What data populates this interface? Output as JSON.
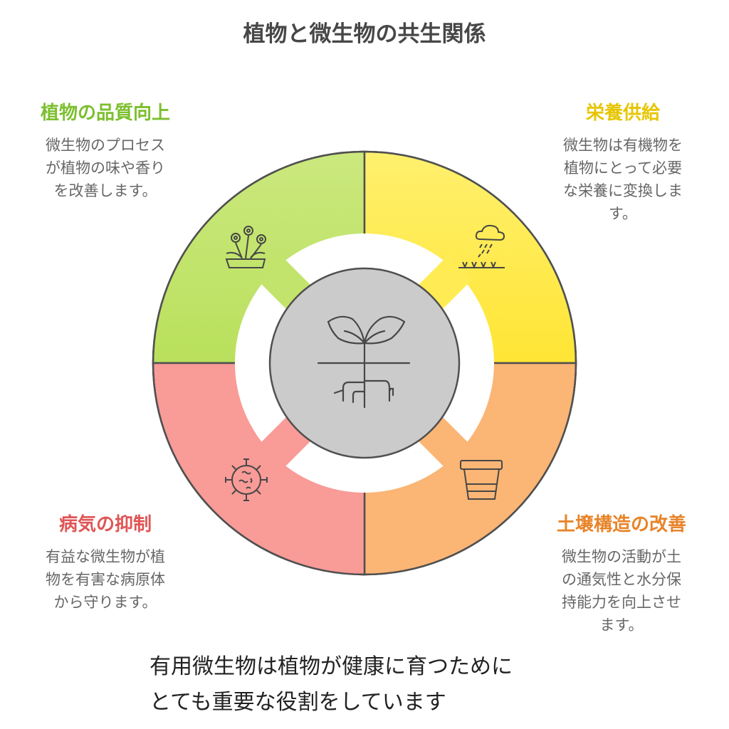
{
  "title": "植物と微生物の共生関係",
  "sections": {
    "top_left": {
      "heading": "植物の品質向上",
      "lines": [
        "微生物のプロセス",
        "が植物の味や香り",
        "を改善します。"
      ],
      "icon": "flower-pot-icon",
      "color": "#c5e673"
    },
    "top_right": {
      "heading": "栄養供給",
      "lines": [
        "微生物は有機物を",
        "植物にとって必要",
        "な栄養に変換しま",
        "す。"
      ],
      "icon": "rain-cloud-icon",
      "color": "#ffee62"
    },
    "bottom_left": {
      "heading": "病気の抑制",
      "lines": [
        "有益な微生物が植",
        "物を有害な病原体",
        "から守ります。"
      ],
      "icon": "virus-icon",
      "color": "#f99b97"
    },
    "bottom_right": {
      "heading": "土壌構造の改善",
      "lines": [
        "微生物の活動が土",
        "の通気性と水分保",
        "持能力を向上させ",
        "ます。"
      ],
      "icon": "plant-pot-icon",
      "color": "#fbb574"
    }
  },
  "center_icon": "sprout-roots-icon",
  "summary": [
    "有用微生物は植物が健康に育つために",
    "とても重要な役割をしています"
  ]
}
